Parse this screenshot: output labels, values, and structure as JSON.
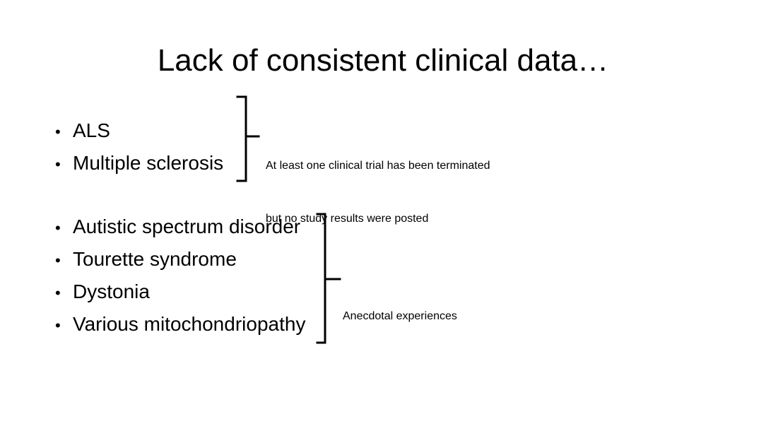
{
  "slide": {
    "title": "Lack of consistent clinical data…",
    "background_color": "#ffffff",
    "text_color": "#000000",
    "bullet_marker": "•",
    "groups": [
      {
        "id": "group-one",
        "items": [
          {
            "label": "ALS"
          },
          {
            "label": "Multiple sclerosis"
          }
        ],
        "brace": {
          "type": "right-square-bracket",
          "tick_direction": "right"
        },
        "annotation": {
          "lines": [
            "At least one clinical trial has been terminated",
            "but no study results were posted"
          ]
        }
      },
      {
        "id": "group-two",
        "items": [
          {
            "label": "Autistic spectrum disorder"
          },
          {
            "label": "Tourette syndrome"
          },
          {
            "label": "Dystonia"
          },
          {
            "label": "Various mitochondriopathy"
          }
        ],
        "brace": {
          "type": "right-square-bracket",
          "tick_direction": "right"
        },
        "annotation": {
          "lines": [
            "Anecdotal experiences"
          ]
        }
      }
    ]
  }
}
